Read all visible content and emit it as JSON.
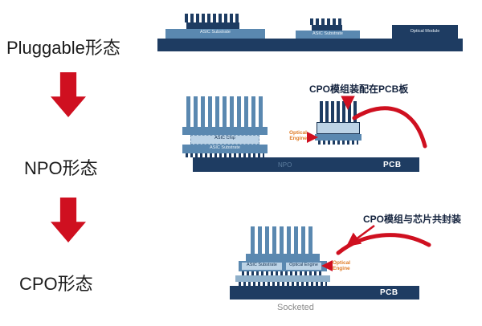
{
  "colors": {
    "navy": "#1e3c62",
    "mid_blue": "#5a88b0",
    "light_blue": "#bcd3e6",
    "red": "#cf1020",
    "orange": "#e07b25",
    "annotation": "#14233e"
  },
  "stages": {
    "pluggable_label": "Pluggable形态",
    "npo_label": "NPO形态",
    "cpo_label": "CPO形态"
  },
  "pluggable_diagram": {
    "left_substrate": "ASIC Substrate",
    "mid_substrate": "ASIC Substrate",
    "optical_module": "Optical Module"
  },
  "npo_diagram": {
    "annotation": "CPO模组装配在PCB板",
    "asic_chip": "ASIC Chip",
    "asic_substrate": "ASIC Substrate",
    "optical_engine_line1": "Optical",
    "optical_engine_line2": "Engine",
    "pcb": "PCB",
    "watermark": "NPO"
  },
  "cpo_diagram": {
    "annotation": "CPO模组与芯片共封装",
    "asic_substrate": "ASIC Substrate",
    "optical_engine_box": "Optical Engine",
    "optical_engine_line1": "Optical",
    "optical_engine_line2": "Engine",
    "pcb": "PCB",
    "socketed": "Socketed"
  }
}
